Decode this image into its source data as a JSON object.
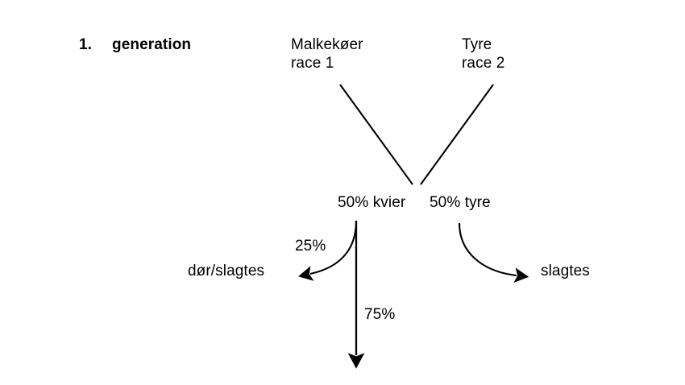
{
  "diagram": {
    "title": {
      "number": "1.",
      "text": "generation"
    },
    "parents": [
      {
        "name": "parent-female",
        "line1": "Malkekøer",
        "line2": "race 1"
      },
      {
        "name": "parent-male",
        "line1": "Tyre",
        "line2": "race 2"
      }
    ],
    "offspring": [
      {
        "name": "offspring-heifers",
        "label": "50% kvier"
      },
      {
        "name": "offspring-bulls",
        "label": "50% tyre"
      }
    ],
    "percentages": {
      "cull": "25%",
      "keep": "75%"
    },
    "outcomes": {
      "left": "dør/slagtes",
      "right": "slagtes"
    },
    "colors": {
      "background": "#ffffff",
      "ink": "#000000"
    }
  }
}
